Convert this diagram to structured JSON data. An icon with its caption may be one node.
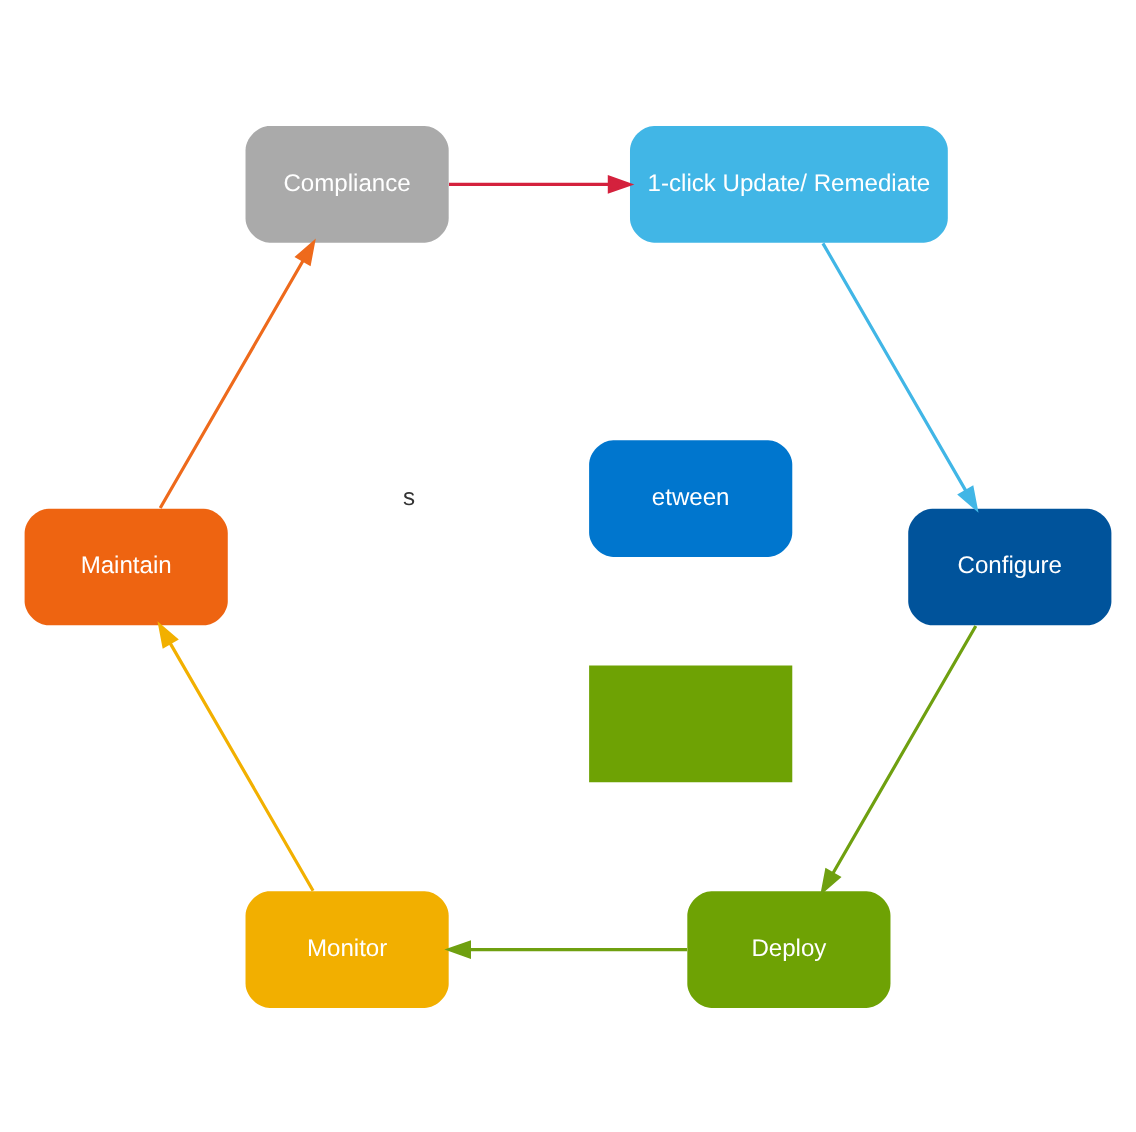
{
  "diagram": {
    "nodes": [
      {
        "text": [
          "etween"
        ]
      },
      {
        "text": [],
        "shape": "box"
      },
      {
        "text": [
          "Deploy"
        ]
      },
      {
        "text": [
          "Configure"
        ]
      },
      {
        "text": [
          "Monitor"
        ]
      },
      {
        "text": [
          "1-click Update/ Remediate"
        ]
      },
      {
        "text": [
          "Maintain"
        ]
      },
      {
        "text": [
          "Compliance"
        ]
      }
    ],
    "edges": [
      {
        "from": 2,
        "to": 4,
        "arrow": "to",
        "color": "#6fa010"
      },
      {
        "from": 4,
        "to": 6,
        "arrow": "to",
        "color": "#f2b000"
      },
      {
        "from": 6,
        "to": 7,
        "arrow": "to",
        "color": "#ee6a1c"
      },
      {
        "from": 7,
        "to": 5,
        "arrow": "to",
        "color": "#d4213d"
      },
      {
        "from": 5,
        "to": 3,
        "arrow": "to",
        "color": "#41b6e6"
      },
      {
        "from": 3,
        "to": 2,
        "arrow": "to",
        "color": "#6fa010"
      }
    ],
    "labels": [
      "s"
    ]
  }
}
